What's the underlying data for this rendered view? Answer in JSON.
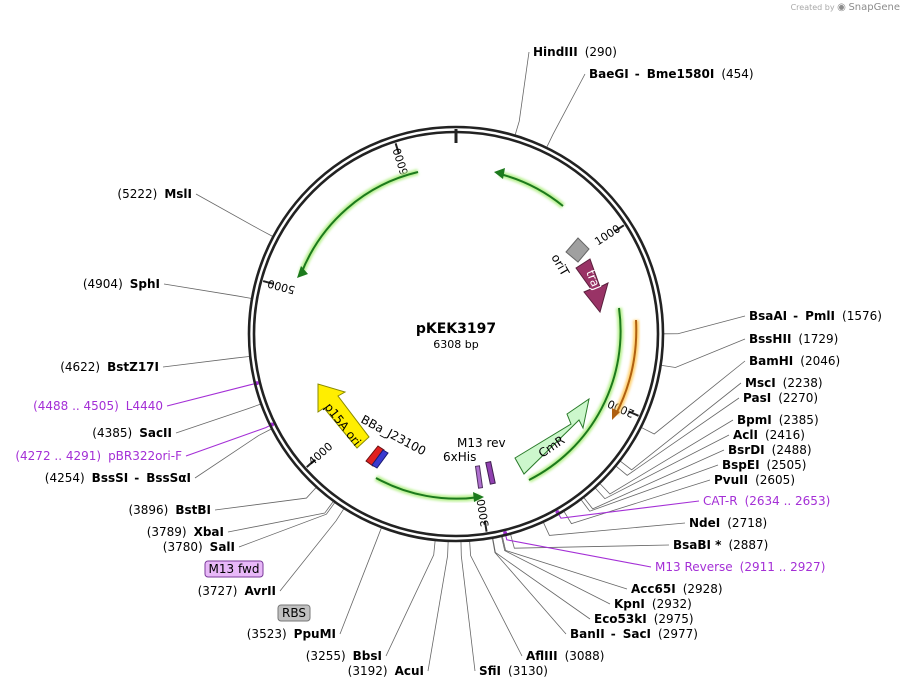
{
  "brand": {
    "prefix": "Created by",
    "name": "SnapGene"
  },
  "plasmid": {
    "name": "pKEK3197",
    "length_label": "6308 bp",
    "length": 6308
  },
  "colors": {
    "primer": "#a42fd6",
    "ring": "#222222",
    "arrow_green": "#1c7a1c",
    "arrow_glow": "#b8f090",
    "cmr": "#ccf7cc",
    "p15a": "#ffee00",
    "traj": "#993366",
    "orit": "#a0a0a0",
    "rbs": "#c0c0c0",
    "m13fwd": "#e8b8f8"
  },
  "ticks": [
    {
      "label": "1000",
      "bp": 1000
    },
    {
      "label": "2000",
      "bp": 2000
    },
    {
      "label": "3000",
      "bp": 3000
    },
    {
      "label": "4000",
      "bp": 4000
    },
    {
      "label": "5000",
      "bp": 5000
    },
    {
      "label": "6000",
      "bp": 6000
    }
  ],
  "features": {
    "orit": "oriT",
    "traj": "traJ",
    "cmr": "CmR",
    "p15a": "p15A ori",
    "bba": "BBa_J23100",
    "m13rev": "M13 rev",
    "his": "6xHis",
    "m13fwd": "M13 fwd",
    "rbs": "RBS"
  },
  "labels": [
    {
      "id": "hindiii",
      "name": "HindIII",
      "pos": "(290)",
      "kind": "site",
      "side": "right"
    },
    {
      "id": "baegi",
      "name": "BaeGI",
      "name2": "Bme1580I",
      "pos": "(454)",
      "kind": "site",
      "side": "right"
    },
    {
      "id": "bsaai",
      "name": "BsaAI",
      "name2": "PmlI",
      "pos": "(1576)",
      "kind": "site",
      "side": "right"
    },
    {
      "id": "bsshii",
      "name": "BssHII",
      "pos": "(1729)",
      "kind": "site",
      "side": "right"
    },
    {
      "id": "bamhi",
      "name": "BamHI",
      "pos": "(2046)",
      "kind": "site",
      "side": "right"
    },
    {
      "id": "msci",
      "name": "MscI",
      "pos": "(2238)",
      "kind": "site",
      "side": "right"
    },
    {
      "id": "pasi",
      "name": "PasI",
      "pos": "(2270)",
      "kind": "site",
      "side": "right"
    },
    {
      "id": "bpmi",
      "name": "BpmI",
      "pos": "(2385)",
      "kind": "site",
      "side": "right"
    },
    {
      "id": "acli",
      "name": "AclI",
      "pos": "(2416)",
      "kind": "site",
      "side": "right"
    },
    {
      "id": "bsrdi",
      "name": "BsrDI",
      "pos": "(2488)",
      "kind": "site",
      "side": "right"
    },
    {
      "id": "bspei",
      "name": "BspEI",
      "pos": "(2505)",
      "kind": "site",
      "side": "right"
    },
    {
      "id": "pvuii",
      "name": "PvuII",
      "pos": "(2605)",
      "kind": "site",
      "side": "right"
    },
    {
      "id": "catr",
      "name": "CAT-R",
      "pos": "(2634 .. 2653)",
      "kind": "primer",
      "side": "right"
    },
    {
      "id": "ndei",
      "name": "NdeI",
      "pos": "(2718)",
      "kind": "site",
      "side": "right"
    },
    {
      "id": "bsabi",
      "name": "BsaBI *",
      "pos": "(2887)",
      "kind": "site",
      "side": "right"
    },
    {
      "id": "m13reverse",
      "name": "M13 Reverse",
      "pos": "(2911 .. 2927)",
      "kind": "primer",
      "side": "right"
    },
    {
      "id": "acc65i",
      "name": "Acc65I",
      "pos": "(2928)",
      "kind": "site",
      "side": "right"
    },
    {
      "id": "kpni",
      "name": "KpnI",
      "pos": "(2932)",
      "kind": "site",
      "side": "right"
    },
    {
      "id": "eco53ki",
      "name": "Eco53kI",
      "pos": "(2975)",
      "kind": "site",
      "side": "right"
    },
    {
      "id": "banii",
      "name": "BanII",
      "name2": "SacI",
      "pos": "(2977)",
      "kind": "site",
      "side": "right"
    },
    {
      "id": "afliii",
      "name": "AflIII",
      "pos": "(3088)",
      "kind": "site",
      "side": "right"
    },
    {
      "id": "sfii",
      "name": "SfiI",
      "pos": "(3130)",
      "kind": "site",
      "side": "right"
    },
    {
      "id": "acui",
      "name": "AcuI",
      "pos": "(3192)",
      "kind": "site",
      "side": "left"
    },
    {
      "id": "bbsi",
      "name": "BbsI",
      "pos": "(3255)",
      "kind": "site",
      "side": "left"
    },
    {
      "id": "ppumi",
      "name": "PpuMI",
      "pos": "(3523)",
      "kind": "site",
      "side": "left"
    },
    {
      "id": "avrii",
      "name": "AvrII",
      "pos": "(3727)",
      "kind": "site",
      "side": "left"
    },
    {
      "id": "sali",
      "name": "SalI",
      "pos": "(3780)",
      "kind": "site",
      "side": "left"
    },
    {
      "id": "xbai",
      "name": "XbaI",
      "pos": "(3789)",
      "kind": "site",
      "side": "left"
    },
    {
      "id": "bstbi",
      "name": "BstBI",
      "pos": "(3896)",
      "kind": "site",
      "side": "left"
    },
    {
      "id": "bsssi",
      "name": "BssSI",
      "name2": "BssSαI",
      "pos": "(4254)",
      "kind": "site",
      "side": "left"
    },
    {
      "id": "pbr322",
      "name": "pBR322ori-F",
      "pos": "(4272 .. 4291)",
      "kind": "primer",
      "side": "left"
    },
    {
      "id": "sacii",
      "name": "SacII",
      "pos": "(4385)",
      "kind": "site",
      "side": "left"
    },
    {
      "id": "l4440",
      "name": "L4440",
      "pos": "(4488 .. 4505)",
      "kind": "primer",
      "side": "left"
    },
    {
      "id": "bstz17i",
      "name": "BstZ17I",
      "pos": "(4622)",
      "kind": "site",
      "side": "left"
    },
    {
      "id": "sphi",
      "name": "SphI",
      "pos": "(4904)",
      "kind": "site",
      "side": "left"
    },
    {
      "id": "msli",
      "name": "MslI",
      "pos": "(5222)",
      "kind": "site",
      "side": "left"
    }
  ]
}
